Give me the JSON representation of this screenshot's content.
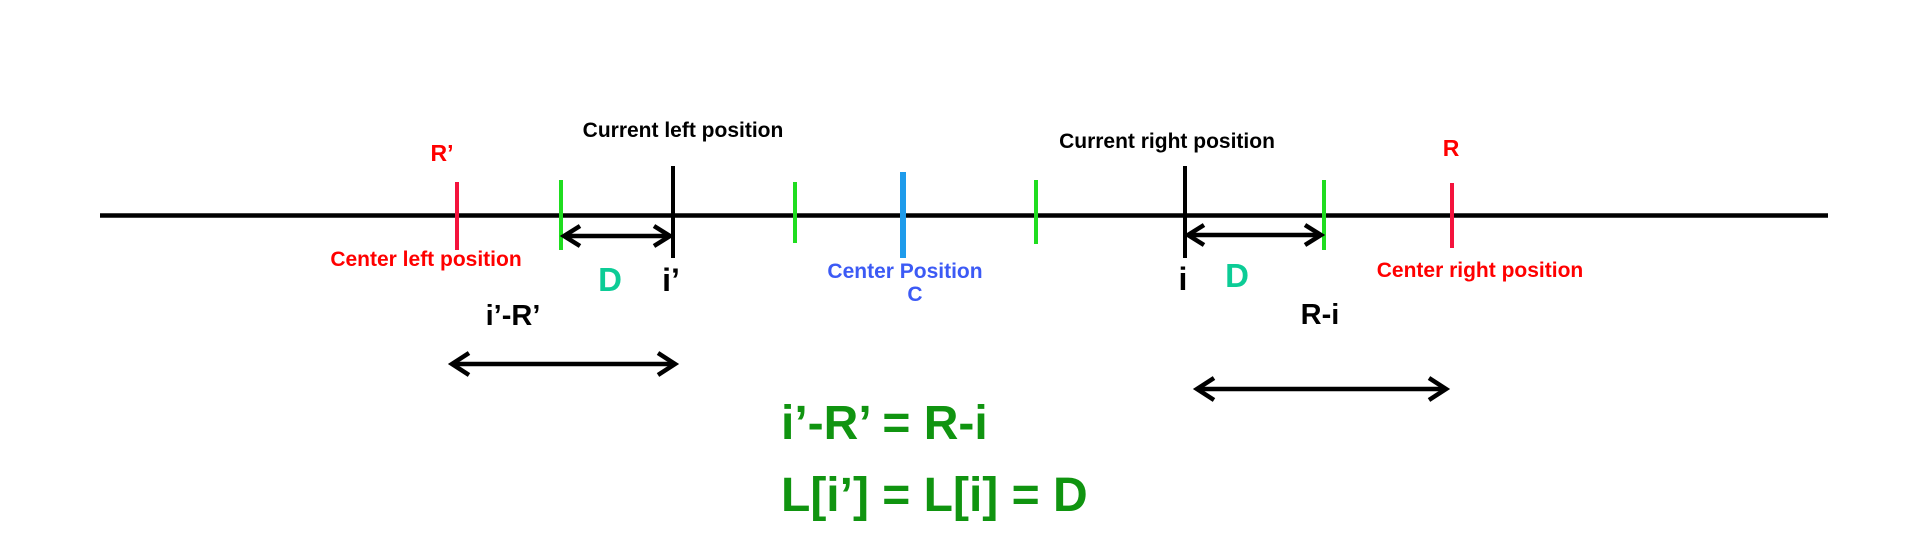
{
  "colors": {
    "tick_red": "#f4133d",
    "text_red": "#ff0000",
    "tick_green": "#1fdd1f",
    "tick_blue": "#1e9beb",
    "text_blue": "#3c5af5",
    "teal": "#0ccc96",
    "equation_green": "#109410",
    "axis_black": "#000000"
  },
  "labels": {
    "current_left_position": "Current left position",
    "current_right_position": "Current right position",
    "r_prime": "R’",
    "r": "R",
    "center_left_position": "Center left position",
    "center_right_position": "Center right position",
    "center_position": "Center Position",
    "c": "C",
    "d_left": "D",
    "d_right": "D",
    "i_prime": "i’",
    "i": "i",
    "i_prime_minus_r_prime": "i’-R’",
    "r_minus_i": "R-i"
  },
  "equations": {
    "line1": "i’-R’ = R-i",
    "line2": "L[i’] = L[i] = D"
  }
}
